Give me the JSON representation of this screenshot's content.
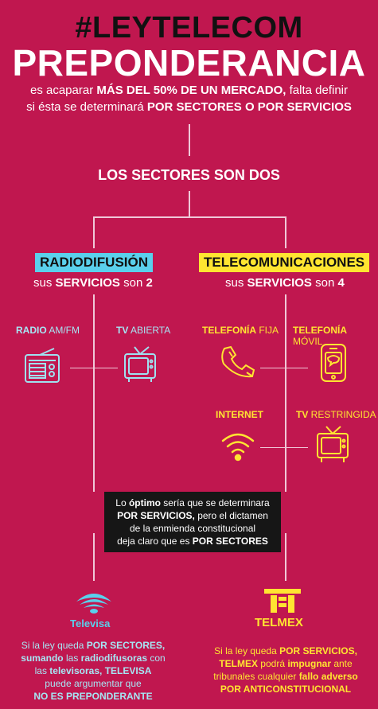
{
  "header": {
    "hashtag": "#LEYTELECOM",
    "title": "PREPONDERANCIA",
    "intro_1a": "es acaparar ",
    "intro_1b": "MÁS DEL 50% DE UN MERCADO,",
    "intro_1c": " falta definir",
    "intro_2a": "si ésta se determinará ",
    "intro_2b": "POR SECTORES O POR SERVICIOS"
  },
  "sectors": {
    "title": "LOS SECTORES SON DOS",
    "radio": {
      "label": "RADIODIFUSIÓN",
      "sub_a": "sus ",
      "sub_b": "SERVICIOS",
      "sub_c": " son ",
      "sub_d": "2",
      "services": [
        {
          "bold": "RADIO",
          "rest": " AM/FM",
          "icon": "radio-icon"
        },
        {
          "bold": "TV",
          "rest": " ABIERTA",
          "icon": "tv-icon"
        }
      ]
    },
    "telecom": {
      "label": "TELECOMUNICACIONES",
      "sub_a": "sus ",
      "sub_b": "SERVICIOS",
      "sub_c": " son ",
      "sub_d": "4",
      "services": [
        {
          "bold": "TELEFONÍA",
          "rest": " FIJA",
          "icon": "phone-icon"
        },
        {
          "bold": "TELEFONÍA",
          "rest": " MÓVIL",
          "icon": "mobile-icon"
        },
        {
          "bold": "INTERNET",
          "rest": "",
          "icon": "wifi-icon"
        },
        {
          "bold": "TV",
          "rest": " RESTRINGIDA",
          "icon": "tv-icon"
        }
      ]
    }
  },
  "callout": {
    "p1": "Lo ",
    "p2": "óptimo",
    "p3": " sería que se determinara",
    "p4": "POR SERVICIOS,",
    "p5": " pero el dictamen",
    "p6": "de la enmienda constitucional",
    "p7": "deja claro que es ",
    "p8": "POR SECTORES"
  },
  "televisa": {
    "logo": "Televisa",
    "t1a": "Si la ley queda ",
    "t1b": "POR SECTORES,",
    "t2a": "sumando",
    "t2b": " las ",
    "t2c": "radiodifusoras",
    "t2d": " con",
    "t3a": "las ",
    "t3b": "televisoras,",
    "t3c": " ",
    "t3d": "TELEVISA",
    "t4": "puede argumentar que",
    "t5": "NO ES PREPONDERANTE"
  },
  "telmex": {
    "logo": "TELMEX",
    "t1a": "Si la ley queda ",
    "t1b": "POR SERVICIOS,",
    "t2a": "TELMEX",
    "t2b": " podrá ",
    "t2c": "impugnar",
    "t2d": " ante",
    "t3a": "tribunales cualquier ",
    "t3b": "fallo adverso",
    "t4": "POR ANTICONSTITUCIONAL"
  },
  "colors": {
    "background": "#c0174f",
    "radio_accent": "#5ad0ec",
    "telecom_accent": "#ffe531",
    "callout_bg": "#161616"
  }
}
